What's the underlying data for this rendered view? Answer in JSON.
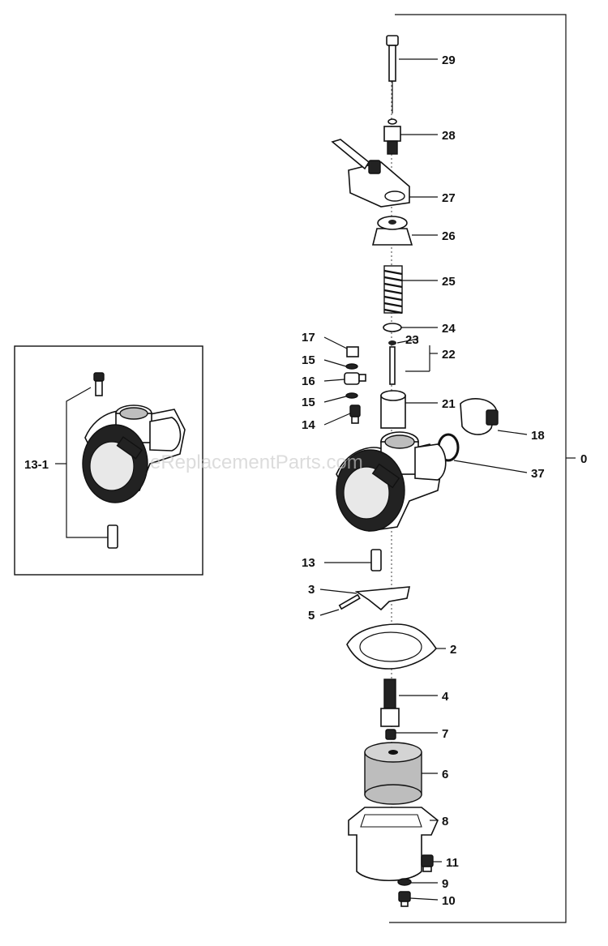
{
  "watermark": "eReplacementParts.com",
  "labels": {
    "p29": "29",
    "p28": "28",
    "p27": "27",
    "p26": "26",
    "p25": "25",
    "p24": "24",
    "p23": "23",
    "p22": "22",
    "p21": "21",
    "p18": "18",
    "p37": "37",
    "p0": "0",
    "p17": "17",
    "p15a": "15",
    "p16": "16",
    "p15b": "15",
    "p14": "14",
    "p13": "13",
    "p3": "3",
    "p5": "5",
    "p2": "2",
    "p4": "4",
    "p7": "7",
    "p6": "6",
    "p8": "8",
    "p11": "11",
    "p9": "9",
    "p10": "10",
    "p13_1": "13-1"
  }
}
